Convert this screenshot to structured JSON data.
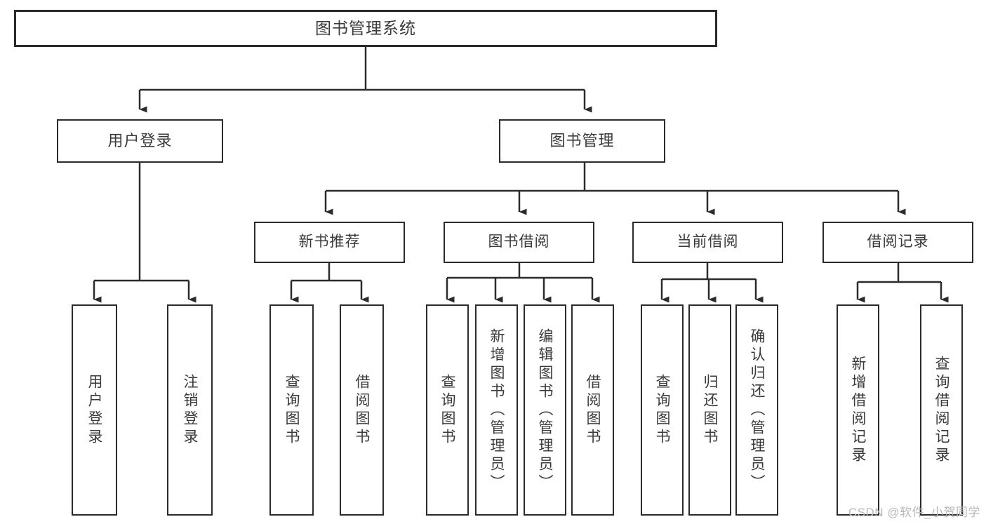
{
  "diagram": {
    "type": "tree-hierarchy-chart",
    "title": "图书管理系统",
    "colors": {
      "box_border": "#2b2b2b",
      "box_fill": "#ffffff",
      "text": "#3a3a3a",
      "connector": "#2b2b2b",
      "watermark": "#b9b9b9",
      "background": "#ffffff"
    },
    "levels": {
      "root": {
        "label": "图书管理系统"
      },
      "level2": [
        {
          "id": "user-login",
          "label": "用户登录"
        },
        {
          "id": "book-management",
          "label": "图书管理"
        }
      ],
      "level3": [
        {
          "id": "new-book-recommend",
          "label": "新书推荐",
          "parent": "book-management"
        },
        {
          "id": "book-borrow",
          "label": "图书借阅",
          "parent": "book-management"
        },
        {
          "id": "current-borrow",
          "label": "当前借阅",
          "parent": "book-management"
        },
        {
          "id": "borrow-record",
          "label": "借阅记录",
          "parent": "book-management"
        }
      ],
      "leaves": [
        {
          "id": "leaf-user-login",
          "label": "用户登录",
          "parent": "user-login"
        },
        {
          "id": "leaf-logout",
          "label": "注销登录",
          "parent": "user-login"
        },
        {
          "id": "leaf-query-book-1",
          "label": "查询图书",
          "parent": "new-book-recommend"
        },
        {
          "id": "leaf-borrow-book-1",
          "label": "借阅图书",
          "parent": "new-book-recommend"
        },
        {
          "id": "leaf-query-book-2",
          "label": "查询图书",
          "parent": "book-borrow"
        },
        {
          "id": "leaf-add-book",
          "label": "新增图书（管理员）",
          "parent": "book-borrow"
        },
        {
          "id": "leaf-edit-book",
          "label": "编辑图书（管理员）",
          "parent": "book-borrow"
        },
        {
          "id": "leaf-borrow-book-2",
          "label": "借阅图书",
          "parent": "book-borrow"
        },
        {
          "id": "leaf-query-book-3",
          "label": "查询图书",
          "parent": "current-borrow"
        },
        {
          "id": "leaf-return-book",
          "label": "归还图书",
          "parent": "current-borrow"
        },
        {
          "id": "leaf-confirm-return",
          "label": "确认归还（管理员）",
          "parent": "current-borrow"
        },
        {
          "id": "leaf-add-record",
          "label": "新增借阅记录",
          "parent": "borrow-record"
        },
        {
          "id": "leaf-query-record",
          "label": "查询借阅记录",
          "parent": "borrow-record"
        }
      ]
    },
    "watermark": "CSDN @软件_小贺同学"
  }
}
